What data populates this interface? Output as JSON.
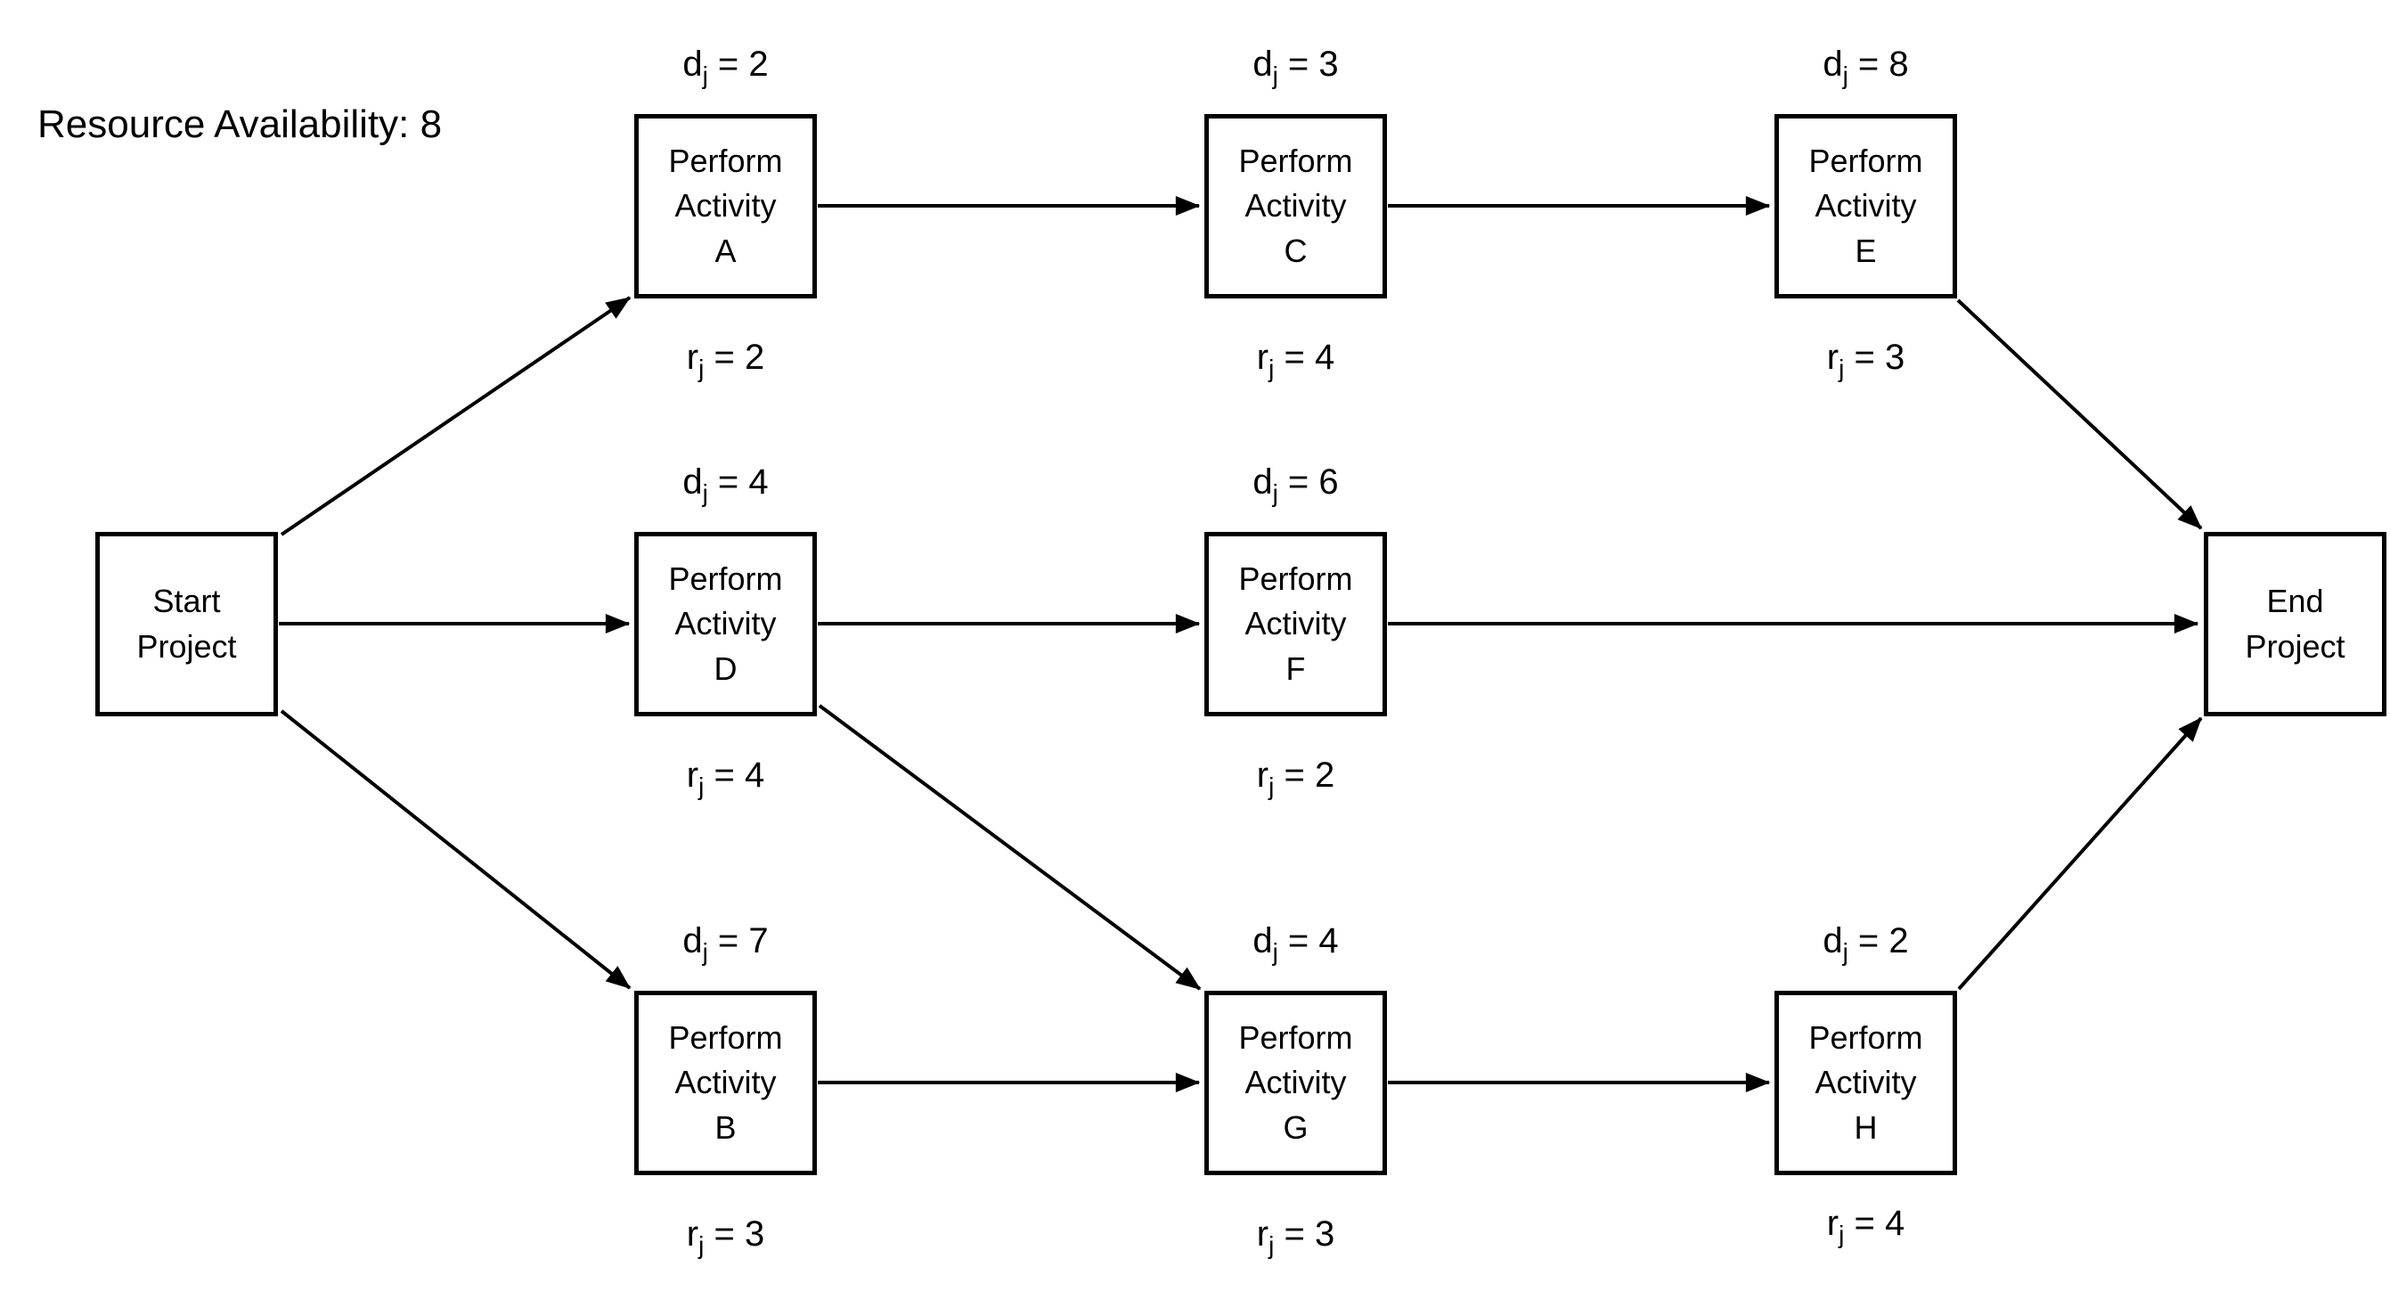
{
  "header": {
    "resource_availability_label": "Resource Availability: 8",
    "resource_availability_value": 8
  },
  "nodes": {
    "start": {
      "label": "Start\nProject"
    },
    "A": {
      "label": "Perform\nActivity\nA",
      "duration": {
        "sym": "d",
        "sub": "j",
        "rest": " = 2",
        "value": 2
      },
      "resource": {
        "sym": "r",
        "sub": "j",
        "rest": " = 2",
        "value": 2
      }
    },
    "C": {
      "label": "Perform\nActivity\nC",
      "duration": {
        "sym": "d",
        "sub": "j",
        "rest": " = 3",
        "value": 3
      },
      "resource": {
        "sym": "r",
        "sub": "j",
        "rest": " = 4",
        "value": 4
      }
    },
    "E": {
      "label": "Perform\nActivity\nE",
      "duration": {
        "sym": "d",
        "sub": "j",
        "rest": " = 8",
        "value": 8
      },
      "resource": {
        "sym": "r",
        "sub": "j",
        "rest": " = 3",
        "value": 3
      }
    },
    "D": {
      "label": "Perform\nActivity\nD",
      "duration": {
        "sym": "d",
        "sub": "j",
        "rest": " = 4",
        "value": 4
      },
      "resource": {
        "sym": "r",
        "sub": "j",
        "rest": " = 4",
        "value": 4
      }
    },
    "F": {
      "label": "Perform\nActivity\nF",
      "duration": {
        "sym": "d",
        "sub": "j",
        "rest": " = 6",
        "value": 6
      },
      "resource": {
        "sym": "r",
        "sub": "j",
        "rest": " = 2",
        "value": 2
      }
    },
    "B": {
      "label": "Perform\nActivity\nB",
      "duration": {
        "sym": "d",
        "sub": "j",
        "rest": " = 7",
        "value": 7
      },
      "resource": {
        "sym": "r",
        "sub": "j",
        "rest": " = 3",
        "value": 3
      }
    },
    "G": {
      "label": "Perform\nActivity\nG",
      "duration": {
        "sym": "d",
        "sub": "j",
        "rest": " = 4",
        "value": 4
      },
      "resource": {
        "sym": "r",
        "sub": "j",
        "rest": " = 3",
        "value": 3
      }
    },
    "H": {
      "label": "Perform\nActivity\nH",
      "duration": {
        "sym": "d",
        "sub": "j",
        "rest": " = 2",
        "value": 2
      },
      "resource": {
        "sym": "r",
        "sub": "j",
        "rest": " = 4",
        "value": 4
      }
    },
    "end": {
      "label": "End\nProject"
    }
  },
  "edges": [
    {
      "from": "start",
      "to": "A"
    },
    {
      "from": "start",
      "to": "D"
    },
    {
      "from": "start",
      "to": "B"
    },
    {
      "from": "A",
      "to": "C"
    },
    {
      "from": "C",
      "to": "E"
    },
    {
      "from": "E",
      "to": "end"
    },
    {
      "from": "D",
      "to": "F"
    },
    {
      "from": "D",
      "to": "G"
    },
    {
      "from": "F",
      "to": "end"
    },
    {
      "from": "B",
      "to": "G"
    },
    {
      "from": "G",
      "to": "H"
    },
    {
      "from": "H",
      "to": "end"
    }
  ],
  "colors": {
    "ink": "#000000",
    "background": "#ffffff"
  }
}
